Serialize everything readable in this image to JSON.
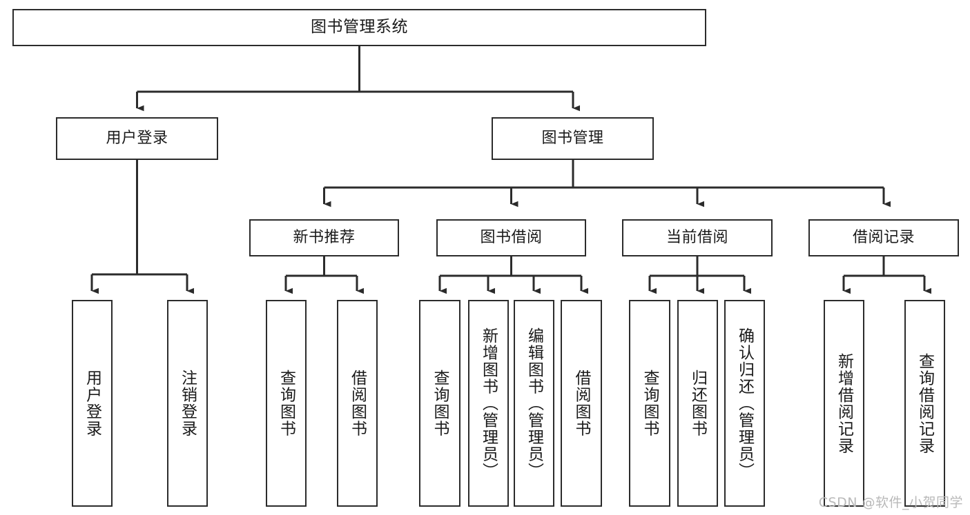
{
  "diagram": {
    "title": "图书管理系统",
    "watermark": "CSDN @软件_小贺同学",
    "line_color": "#2b2b2b",
    "box_fill": "#ffffff",
    "text_color": "#1a1a1a",
    "watermark_color": "#b9b9b9"
  },
  "nodes": {
    "root": {
      "label": "图书管理系统"
    },
    "level2": [
      {
        "label": "用户登录"
      },
      {
        "label": "图书管理"
      }
    ],
    "level3": [
      {
        "label": "新书推荐"
      },
      {
        "label": "图书借阅"
      },
      {
        "label": "当前借阅"
      },
      {
        "label": "借阅记录"
      }
    ],
    "leaves": {
      "user_login": [
        {
          "label": "用户登录"
        },
        {
          "label": "注销登录"
        }
      ],
      "new_book_recommend": [
        {
          "label": "查询图书"
        },
        {
          "label": "借阅图书"
        }
      ],
      "book_borrow": [
        {
          "label": "查询图书"
        },
        {
          "label": "新增图书（管理员）"
        },
        {
          "label": "编辑图书（管理员）"
        },
        {
          "label": "借阅图书"
        }
      ],
      "current_borrow": [
        {
          "label": "查询图书"
        },
        {
          "label": "归还图书"
        },
        {
          "label": "确认归还（管理员）"
        }
      ],
      "borrow_record": [
        {
          "label": "新增借阅记录"
        },
        {
          "label": "查询借阅记录"
        }
      ]
    }
  },
  "chart_data": {
    "type": "table",
    "title": "图书管理系统 功能结构图",
    "tree": {
      "name": "图书管理系统",
      "children": [
        {
          "name": "用户登录",
          "children": [
            {
              "name": "用户登录"
            },
            {
              "name": "注销登录"
            }
          ]
        },
        {
          "name": "图书管理",
          "children": [
            {
              "name": "新书推荐",
              "children": [
                {
                  "name": "查询图书"
                },
                {
                  "name": "借阅图书"
                }
              ]
            },
            {
              "name": "图书借阅",
              "children": [
                {
                  "name": "查询图书"
                },
                {
                  "name": "新增图书（管理员）"
                },
                {
                  "name": "编辑图书（管理员）"
                },
                {
                  "name": "借阅图书"
                }
              ]
            },
            {
              "name": "当前借阅",
              "children": [
                {
                  "name": "查询图书"
                },
                {
                  "name": "归还图书"
                },
                {
                  "name": "确认归还（管理员）"
                }
              ]
            },
            {
              "name": "借阅记录",
              "children": [
                {
                  "name": "新增借阅记录"
                },
                {
                  "name": "查询借阅记录"
                }
              ]
            }
          ]
        }
      ]
    }
  }
}
